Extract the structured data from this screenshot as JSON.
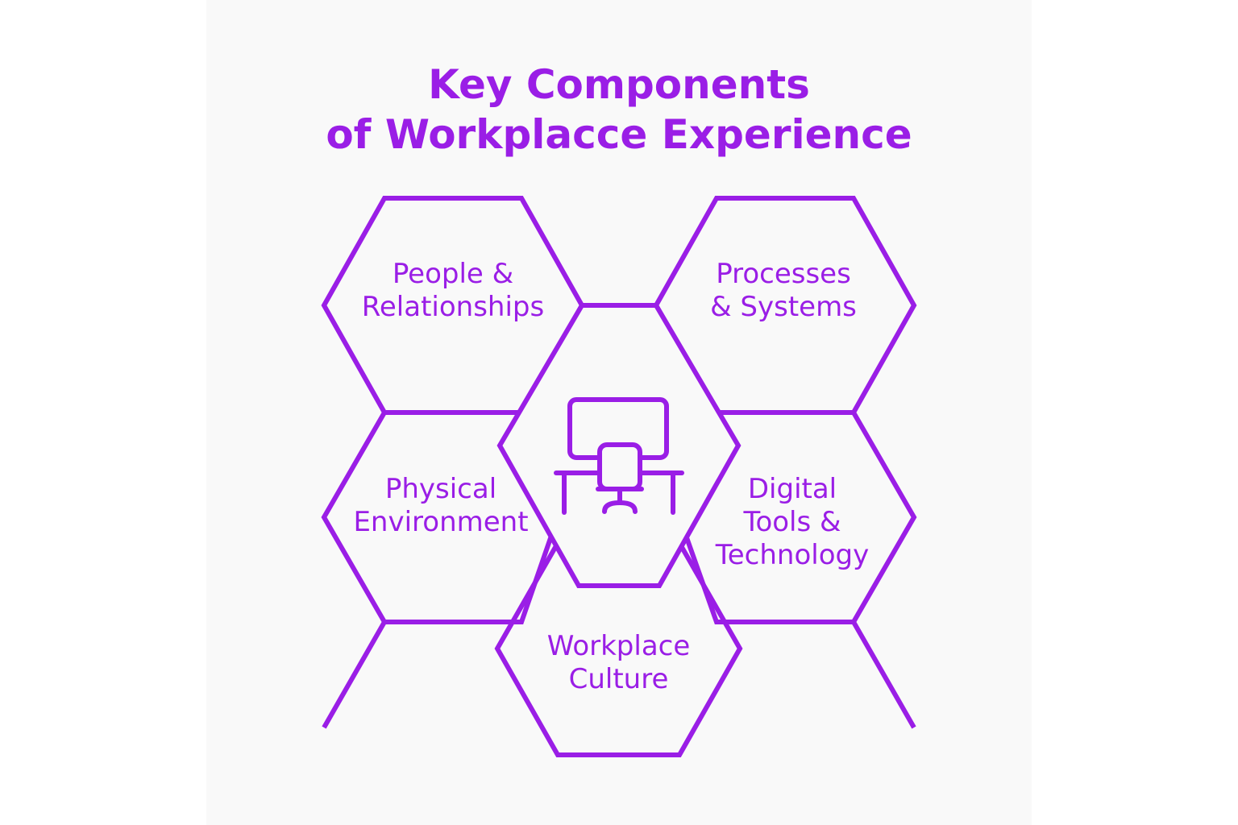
{
  "accent_color": "#9a1ee6",
  "background_color": "#f9f9f9",
  "title": {
    "line1": "Key Components",
    "line2": "of Workplacce Experience"
  },
  "center": {
    "icon": "desk-chair-monitor-icon"
  },
  "components": {
    "people": {
      "line1": "People &",
      "line2": "Relationships"
    },
    "processes": {
      "line1": "Processes",
      "line2": "& Systems"
    },
    "physical": {
      "line1": "Physical",
      "line2": "Environment"
    },
    "digital": {
      "line1": "Digital",
      "line2": "Tools &",
      "line3": "Technology"
    },
    "culture": {
      "line1": "Workplace",
      "line2": "Culture"
    }
  }
}
